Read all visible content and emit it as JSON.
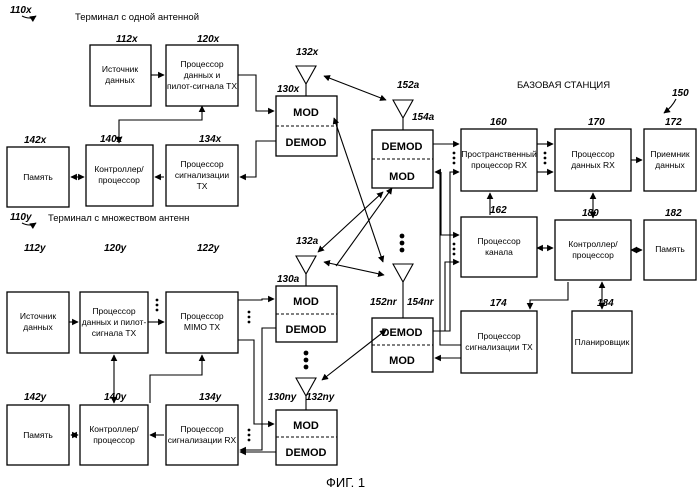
{
  "figure_label": "ФИГ. 1",
  "headings": {
    "single_terminal": "Терминал с одной антенной",
    "multi_terminal": "Терминал с множеством антенн",
    "base_station": "БАЗОВАЯ СТАНЦИЯ"
  },
  "refs": {
    "t110x": "110x",
    "t110y": "110y",
    "r150": "150",
    "r112x": "112x",
    "r120x": "120x",
    "r132x": "132x",
    "r130x": "130x",
    "r142x": "142x",
    "r140x": "140x",
    "r134x": "134x",
    "r112y": "112y",
    "r120y": "120y",
    "r122y": "122y",
    "r132a": "132a",
    "r130a": "130a",
    "r142y": "142y",
    "r140y": "140y",
    "r134y": "134y",
    "r130ny": "130ny",
    "r132ny": "132ny",
    "r152a": "152a",
    "r154a": "154a",
    "r152nr": "152nr",
    "r154nr": "154nr",
    "r160": "160",
    "r170": "170",
    "r172": "172",
    "r162": "162",
    "r180": "180",
    "r182": "182",
    "r174": "174",
    "r184": "184"
  },
  "blocks": {
    "source_x": [
      "Источник",
      "данных"
    ],
    "proc_tx_x": [
      "Процессор",
      "данных и",
      "пилот-сигнала TX"
    ],
    "memory_x": [
      "Память"
    ],
    "ctrl_x": [
      "Контроллер/",
      "процессор"
    ],
    "sig_tx_x": [
      "Процессор",
      "сигнализации",
      "TX"
    ],
    "source_y": [
      "Источник",
      "данных"
    ],
    "proc_tx_y": [
      "Процессор",
      "данных и пилот-",
      "сигнала TX"
    ],
    "mimo_tx": [
      "Процессор",
      "MIMO TX"
    ],
    "memory_y": [
      "Память"
    ],
    "ctrl_y": [
      "Контроллер/",
      "процессор"
    ],
    "sig_rx_y": [
      "Процессор",
      "сигнализации RX"
    ],
    "spatial_rx": [
      "Пространственный",
      "процессор RX"
    ],
    "data_rx": [
      "Процессор",
      "данных RX"
    ],
    "sink": [
      "Приемник",
      "данных"
    ],
    "chan_proc": [
      "Процессор",
      "канала"
    ],
    "ctrl_bs": [
      "Контроллер/",
      "процессор"
    ],
    "memory_bs": [
      "Память"
    ],
    "sig_tx_bs": [
      "Процессор",
      "сигнализации TX"
    ],
    "scheduler": [
      "Планировщик"
    ]
  },
  "modem": {
    "mod": "MOD",
    "demod": "DEMOD"
  }
}
